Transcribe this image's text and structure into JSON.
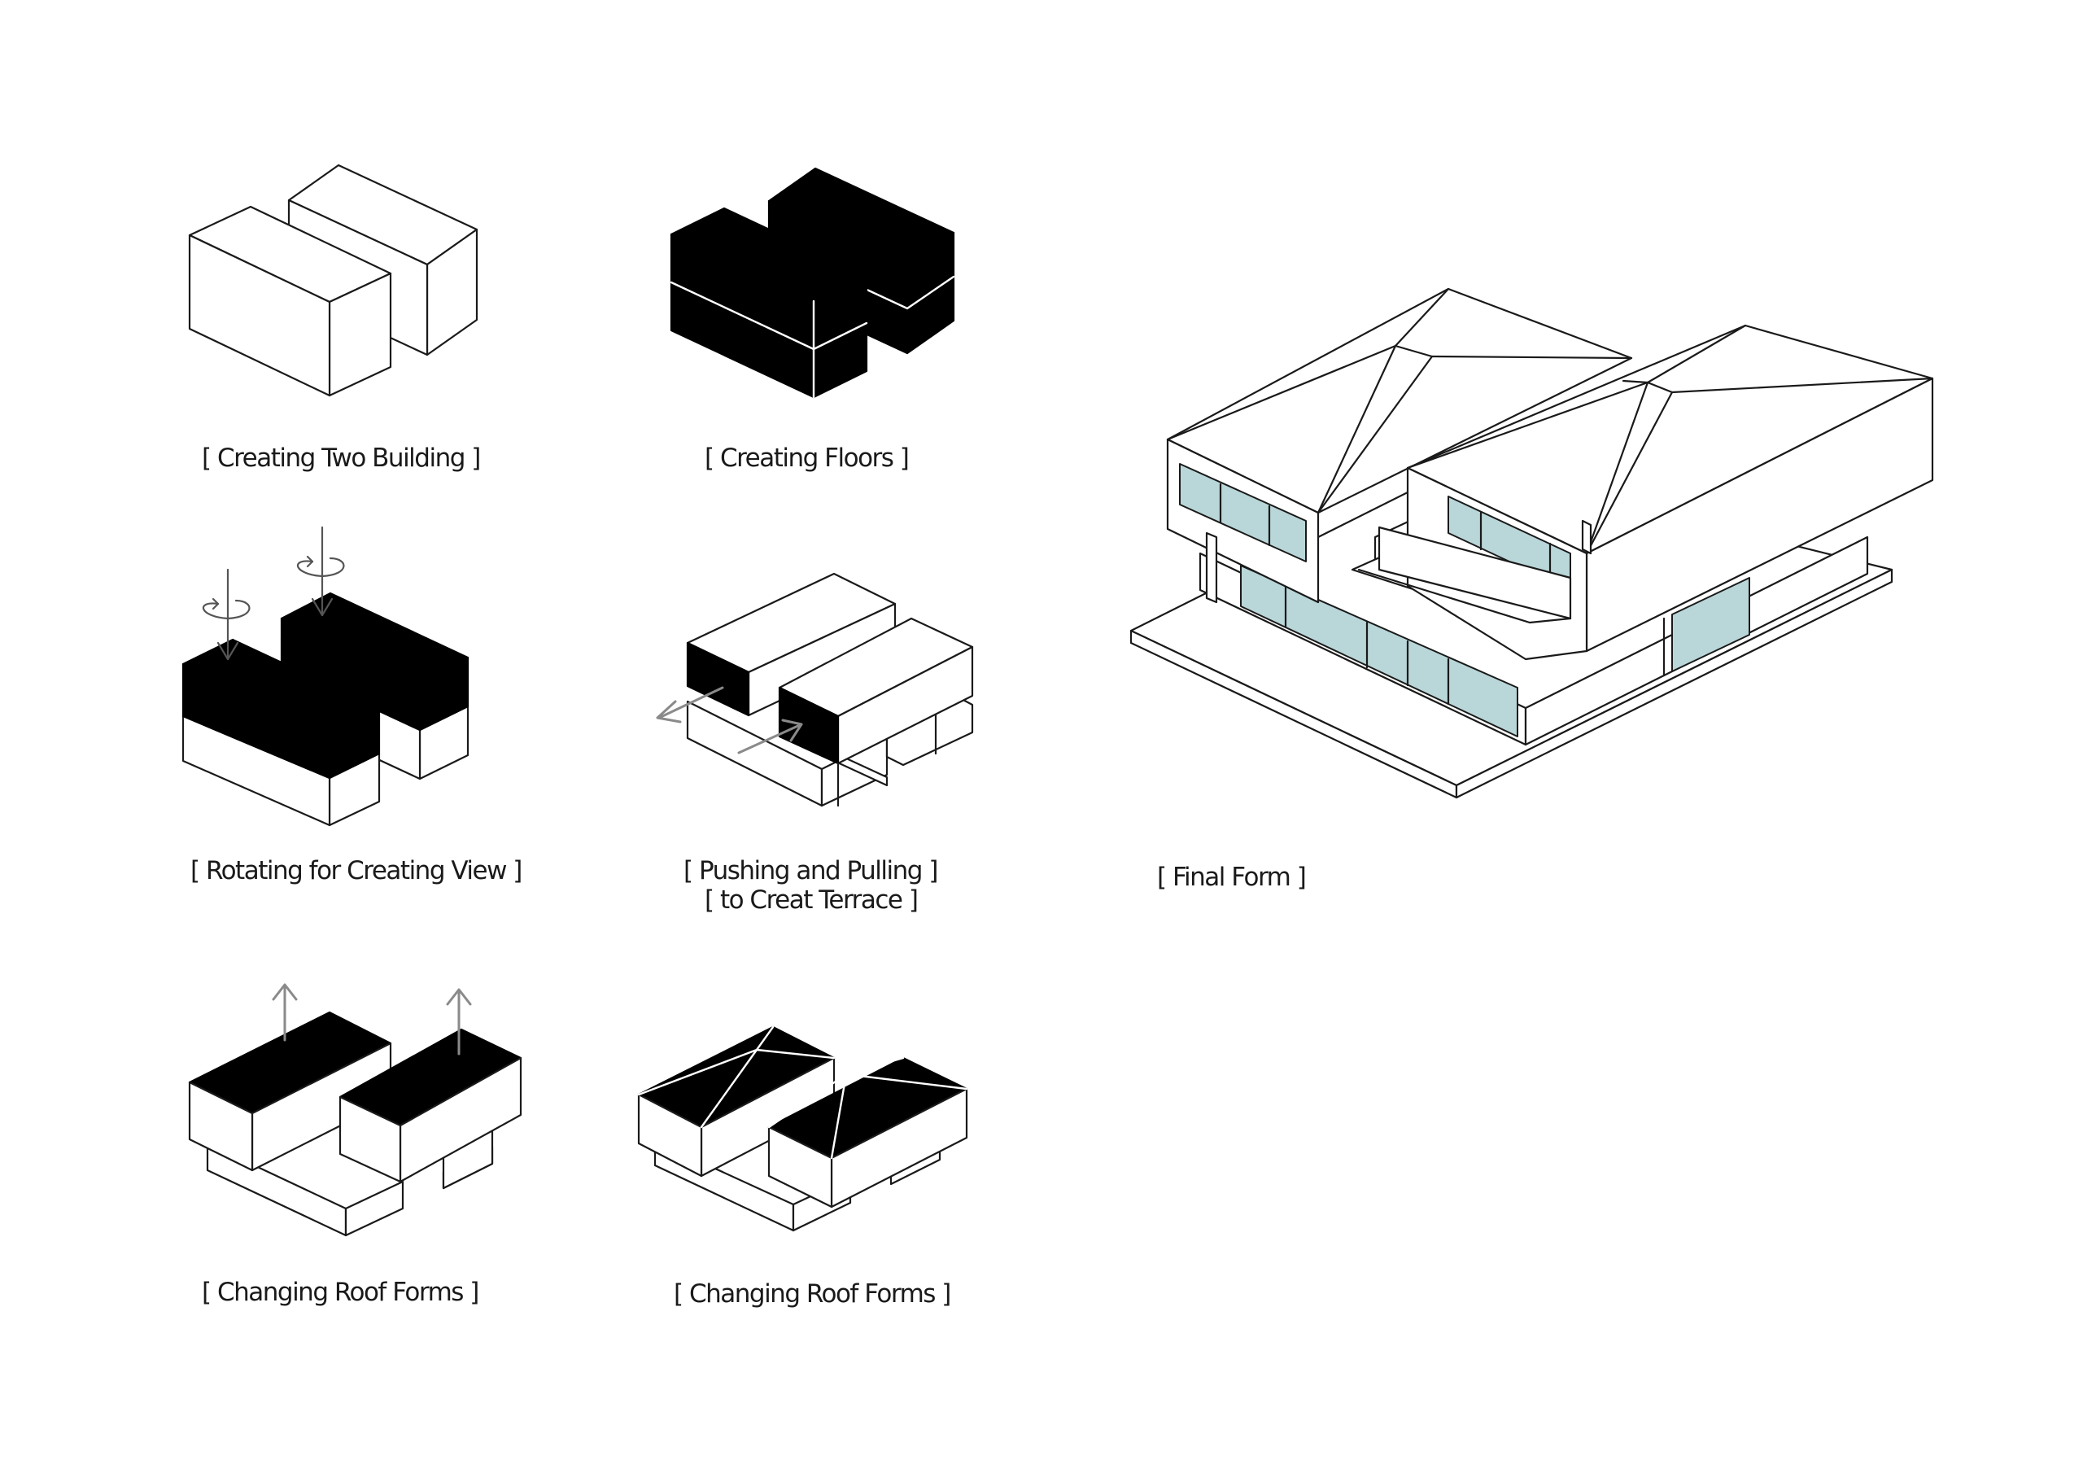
{
  "captions": {
    "step1": "[ Creating Two Building  ]",
    "step2": "[ Creating Floors ]",
    "step3": "[ Rotating for Creating  View ]",
    "step4_line1": "[  Pushing and Pulling ]",
    "step4_line2": "[ to Creat Terrace ]",
    "step5": "[  Changing Roof Forms ]",
    "step6": "[  Changing Roof Forms ]",
    "final": "[ Final Form ]"
  },
  "colors": {
    "line": "#1a1a1a",
    "fill_black": "#000000",
    "glass": "#b9d6d8",
    "arrow": "#8a8a8a"
  }
}
